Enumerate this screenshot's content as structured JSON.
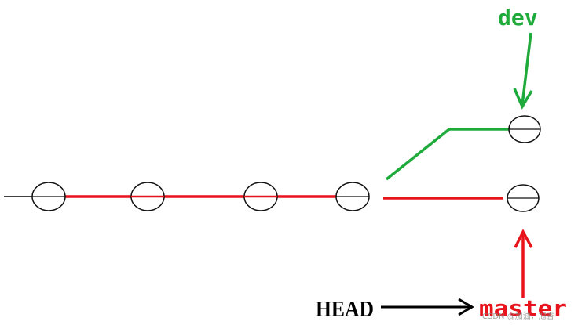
{
  "diagram": {
    "labels": {
      "dev": "dev",
      "master": "master",
      "head": "HEAD"
    },
    "watermark": "CSDN @加油，旭杏",
    "colors": {
      "main_line": "#e8141c",
      "branch_line": "#1faa3c",
      "commit_stroke": "#111111",
      "head_arrow": "#000000"
    }
  }
}
